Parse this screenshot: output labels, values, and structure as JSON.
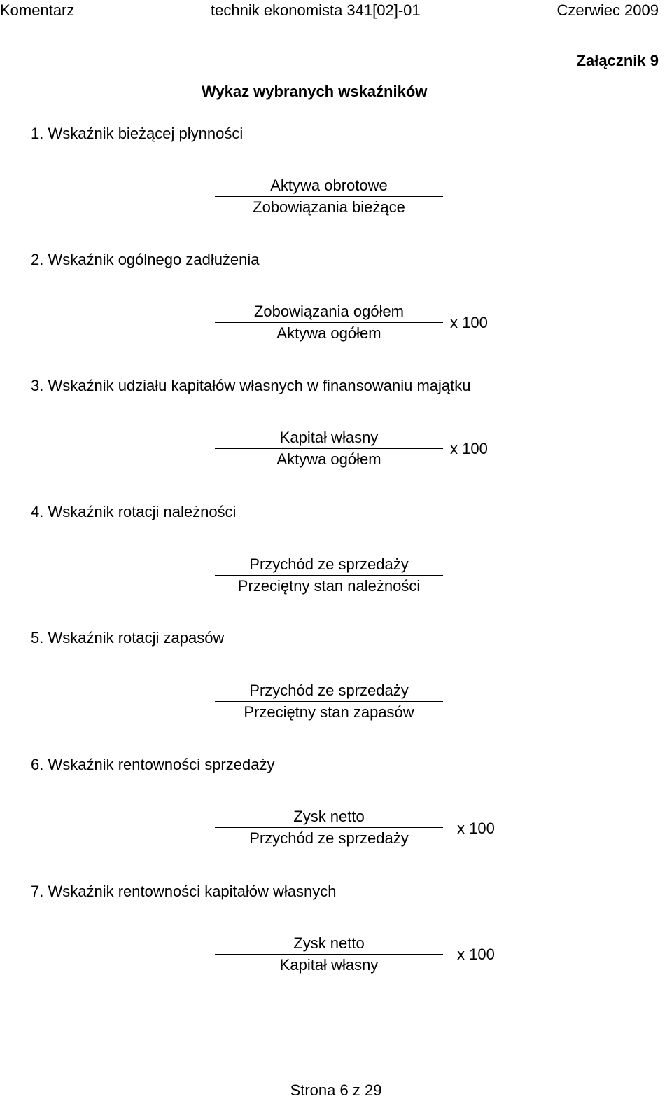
{
  "header": {
    "left": "Komentarz",
    "center": "technik ekonomista 341[02]-01",
    "right": "Czerwiec 2009"
  },
  "annex": "Załącznik 9",
  "title": "Wykaz wybranych wskaźników",
  "indicators": [
    {
      "label": "1. Wskaźnik bieżącej płynności",
      "numerator": "Aktywa obrotowe",
      "denominator": "Zobowiązania bieżące",
      "multiplier": ""
    },
    {
      "label": "2. Wskaźnik ogólnego zadłużenia",
      "numerator": "Zobowiązania ogółem",
      "denominator": "Aktywa ogółem",
      "multiplier": "x 100"
    },
    {
      "label": "3. Wskaźnik udziału kapitałów własnych w finansowaniu majątku",
      "numerator": "Kapitał własny",
      "denominator": "Aktywa ogółem",
      "multiplier": "x 100"
    },
    {
      "label": "4. Wskaźnik rotacji należności",
      "numerator": "Przychód ze sprzedaży",
      "denominator": "Przeciętny stan należności",
      "multiplier": ""
    },
    {
      "label": "5. Wskaźnik rotacji zapasów",
      "numerator": "Przychód ze sprzedaży",
      "denominator": "Przeciętny stan zapasów",
      "multiplier": ""
    },
    {
      "label": "6. Wskaźnik rentowności sprzedaży",
      "numerator": "Zysk netto",
      "denominator": "Przychód ze sprzedaży",
      "multiplier": "x 100"
    },
    {
      "label": "7. Wskaźnik rentowności kapitałów własnych",
      "numerator": "Zysk netto",
      "denominator": "Kapitał własny",
      "multiplier": "x 100"
    }
  ],
  "footer": "Strona 6 z 29"
}
